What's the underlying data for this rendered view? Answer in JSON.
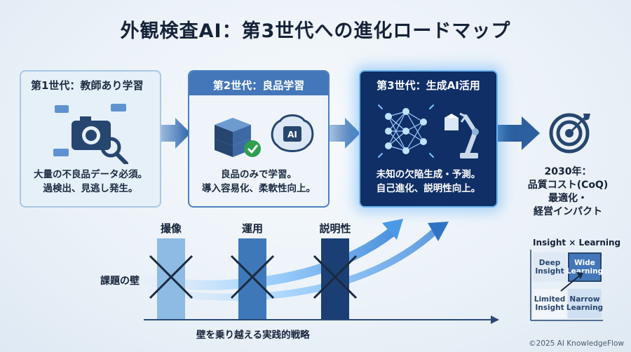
{
  "title": "外観検査AI：第3世代への進化ロードマップ",
  "cards": [
    {
      "header": "第1世代：教師あり学習",
      "line1": "大量の不良品データ必須。",
      "line2": "過検出、見逃し発生。"
    },
    {
      "header": "第2世代：良品学習",
      "line1": "良品のみで学習。",
      "line2": "導入容易化、柔軟性向上。"
    },
    {
      "header": "第3世代：生成AI活用",
      "line1": "未知の欠陥生成・予測。",
      "line2": "自己進化、説明性向上。"
    }
  ],
  "ai_chip": "AI",
  "goal": {
    "line1": "2030年：",
    "line2": "品質コスト(CoQ)",
    "line3": "最適化・",
    "line4": "経営インパクト"
  },
  "walls": {
    "side_label": "課題の壁",
    "labels": [
      "撮像",
      "運用",
      "説明性"
    ]
  },
  "bottom_label": "壁を乗り越える実践的戦略",
  "matrix": {
    "title": "Insight × Learning",
    "cells": [
      {
        "line1": "Deep",
        "line2": "Insight"
      },
      {
        "line1": "Wide",
        "line2": "Learning"
      },
      {
        "line1": "Limited",
        "line2": "Insight"
      },
      {
        "line1": "Narrow",
        "line2": "Learning"
      }
    ]
  },
  "footer": "©2025 AI KnowledgeFlow",
  "colors": {
    "dark_navy": "#0f2f66",
    "mid_blue": "#4477b9",
    "light_blue": "#e6f0f9",
    "glow": "#6fb4f0"
  }
}
